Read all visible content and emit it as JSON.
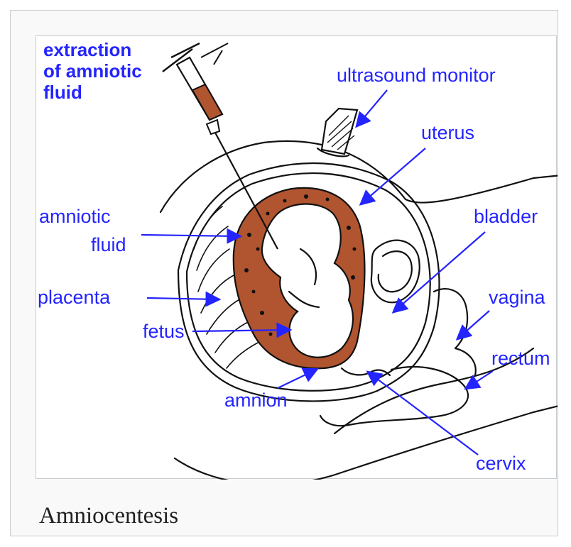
{
  "figure": {
    "caption": "Amniocentesis",
    "title_lines": [
      "extraction",
      "of amniotic",
      "fluid"
    ],
    "labels": {
      "ultrasound_monitor": "ultrasound monitor",
      "uterus": "uterus",
      "amniotic": "amniotic",
      "fluid": "fluid",
      "bladder": "bladder",
      "placenta": "placenta",
      "vagina": "vagina",
      "fetus": "fetus",
      "rectum": "rectum",
      "amnion": "amnion",
      "cervix": "cervix"
    },
    "colors": {
      "label_blue": "#2424ff",
      "amniotic_brown": "#b0552f",
      "ink": "#111111"
    }
  }
}
